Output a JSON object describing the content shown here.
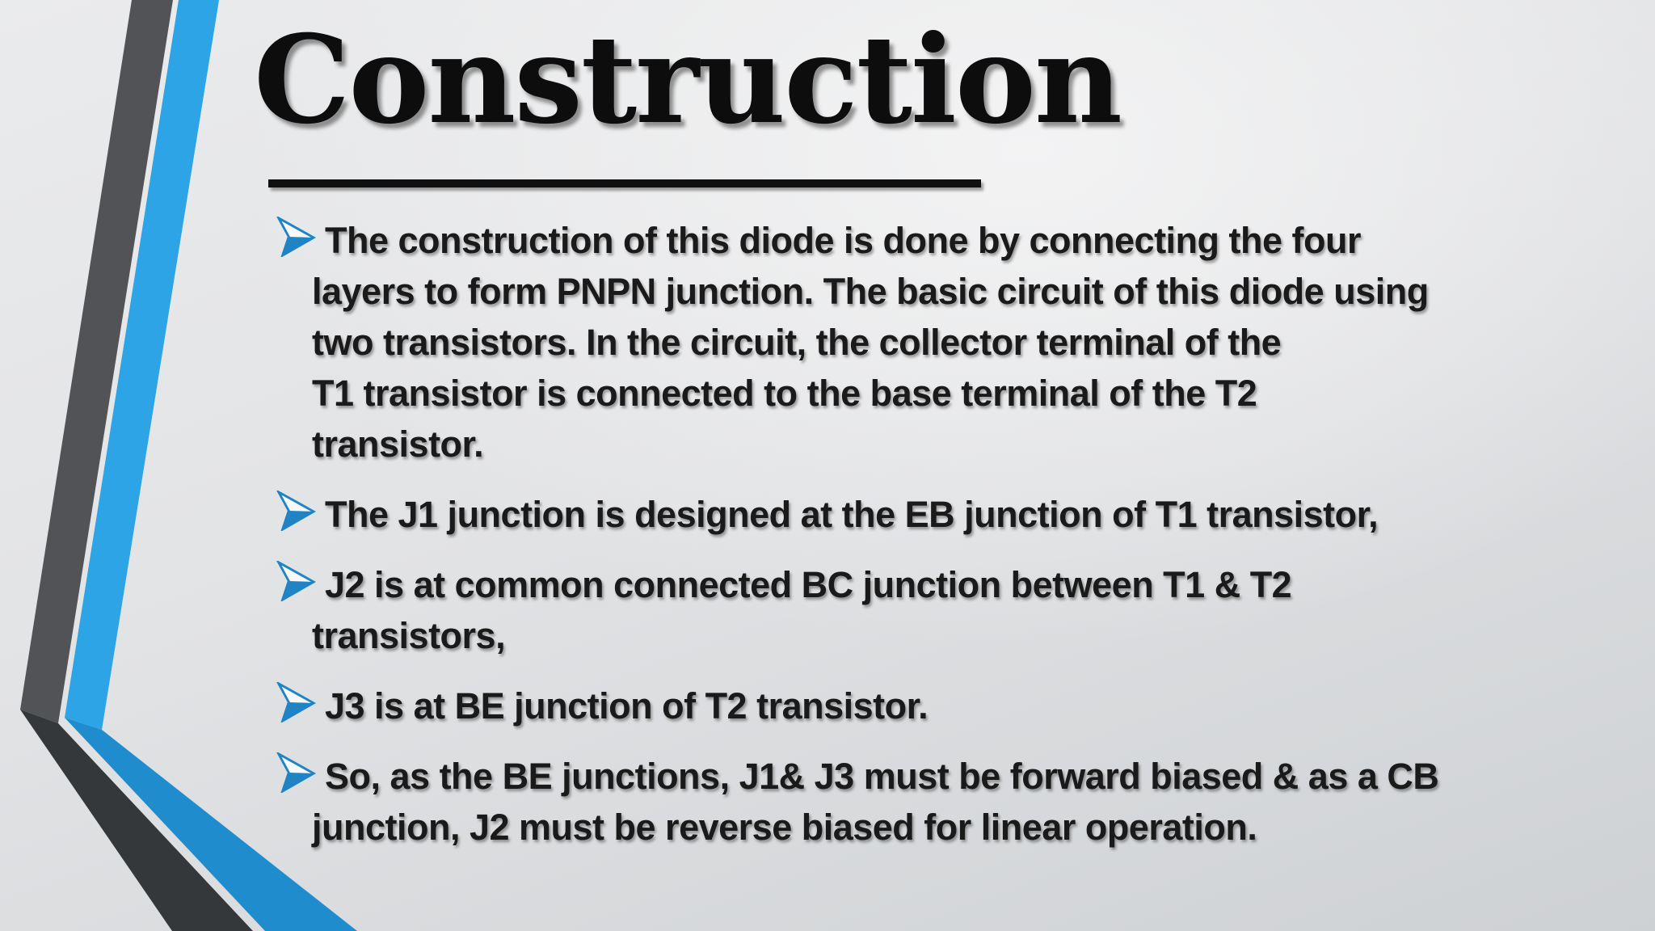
{
  "slide": {
    "title": "Construction",
    "bullets": [
      {
        "lines": [
          "The construction of this diode is done by connecting the four",
          "layers to form PNPN junction. The basic circuit of this diode using",
          "two transistors. In the circuit, the collector terminal of the",
          "T1 transistor is connected to the base terminal of the T2",
          "transistor."
        ]
      },
      {
        "lines": [
          "The J1 junction is designed at the EB junction of T1 transistor,"
        ]
      },
      {
        "lines": [
          "J2 is at common connected BC junction between T1 & T2",
          "transistors,"
        ]
      },
      {
        "lines": [
          "J3 is at BE junction of T2 transistor."
        ]
      },
      {
        "lines": [
          "So, as the BE junctions, J1& J3 must be forward biased & as a CB",
          "junction, J2 must be reverse biased for linear operation."
        ]
      }
    ],
    "colors": {
      "stripe_gray_upper": "#525356",
      "stripe_gray_lower": "#35383b",
      "stripe_blue_upper": "#2da4e6",
      "stripe_blue_lower": "#1e8ccd",
      "bullet_blue": "#1f83c4",
      "title_text": "#0d0d0d",
      "body_text": "#1a1a1a"
    }
  }
}
